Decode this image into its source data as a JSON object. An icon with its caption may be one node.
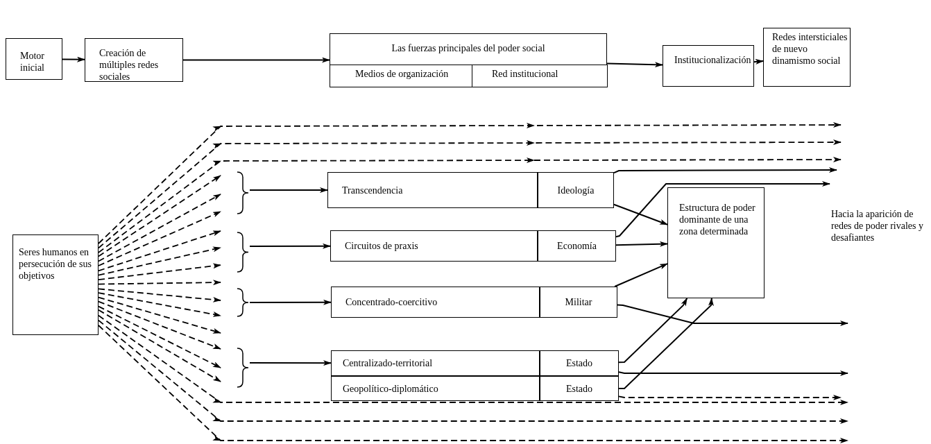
{
  "diagram": {
    "nodes": [
      {
        "text": [
          "Motor inicial"
        ]
      },
      {
        "text": [
          "Creación de múltiples redes sociales"
        ]
      },
      {
        "text": [
          "Las fuerzas principales del poder social"
        ]
      },
      {
        "text": [
          "Medios de organización"
        ],
        "in": 2
      },
      {
        "text": [
          "Red institucional"
        ],
        "in": 2
      },
      {
        "text": [
          "Institucionalización"
        ]
      },
      {
        "text": [
          "Redes intersticiales de nuevo dinamismo social"
        ]
      },
      {
        "text": [
          "Seres humanos en persecución de sus objetivos"
        ]
      },
      {
        "text": [
          "Transcendencia"
        ]
      },
      {
        "text": [
          "Ideología"
        ]
      },
      {
        "text": [
          "Circuitos de praxis"
        ]
      },
      {
        "text": [
          "Economía"
        ]
      },
      {
        "text": [
          "Concentrado-coercitivo"
        ]
      },
      {
        "text": [
          "Militar"
        ]
      },
      {
        "text": [
          "Centralizado-territorial"
        ]
      },
      {
        "text": [
          "Estado"
        ]
      },
      {
        "text": [
          "Geopolítico-diplomático"
        ]
      },
      {
        "text": [
          "Estado"
        ]
      },
      {
        "text": [
          "Estructura de poder dominante de una zona determinada"
        ]
      }
    ],
    "edges": [
      {
        "from": 0,
        "to": 1,
        "arrow": "to"
      },
      {
        "from": 1,
        "to": 2,
        "arrow": "to"
      },
      {
        "from": 2,
        "to": 5,
        "arrow": "to"
      },
      {
        "from": 5,
        "to": 6,
        "arrow": "to"
      },
      {
        "from": 7,
        "to": null,
        "arrow": "to",
        "style": "dashed"
      },
      {
        "from": 7,
        "to": null,
        "arrow": "to",
        "style": "dashed"
      },
      {
        "from": 7,
        "to": null,
        "arrow": "to",
        "style": "dashed"
      },
      {
        "from": 7,
        "to": null,
        "arrow": "to",
        "style": "dashed"
      },
      {
        "from": 7,
        "to": null,
        "arrow": "to",
        "style": "dashed"
      },
      {
        "from": 7,
        "to": null,
        "arrow": "to",
        "style": "dashed"
      },
      {
        "from": 7,
        "to": null,
        "arrow": "to",
        "style": "dashed"
      },
      {
        "from": 7,
        "to": null,
        "arrow": "to",
        "style": "dashed"
      },
      {
        "from": 7,
        "to": null,
        "arrow": "to",
        "style": "dashed"
      },
      {
        "from": 7,
        "to": null,
        "arrow": "to",
        "style": "dashed"
      },
      {
        "from": 7,
        "to": null,
        "arrow": "to",
        "style": "dashed"
      },
      {
        "from": 7,
        "to": null,
        "arrow": "to",
        "style": "dashed"
      },
      {
        "from": 7,
        "to": null,
        "arrow": "to",
        "style": "dashed"
      },
      {
        "from": 7,
        "to": null,
        "arrow": "to",
        "style": "dashed"
      },
      {
        "from": 7,
        "to": null,
        "arrow": "to",
        "style": "dashed"
      },
      {
        "from": 7,
        "to": null,
        "arrow": "to",
        "style": "dashed"
      },
      {
        "from": 7,
        "to": null,
        "arrow": "to",
        "style": "dashed"
      },
      {
        "from": 7,
        "to": null,
        "arrow": "to",
        "style": "dashed"
      },
      {
        "from": 7,
        "to": null,
        "arrow": "to",
        "style": "dashed"
      },
      {
        "from": null,
        "to": 8,
        "arrow": "to"
      },
      {
        "from": null,
        "to": 10,
        "arrow": "to"
      },
      {
        "from": null,
        "to": 12,
        "arrow": "to"
      },
      {
        "from": null,
        "to": 14,
        "arrow": "to"
      },
      {
        "from": 9,
        "to": 18,
        "arrow": "to"
      },
      {
        "from": 9,
        "to": null,
        "arrow": "to"
      },
      {
        "from": 11,
        "to": null,
        "arrow": "to"
      },
      {
        "from": 11,
        "to": 18,
        "arrow": "to"
      },
      {
        "from": 13,
        "to": 18,
        "arrow": "to"
      },
      {
        "from": 13,
        "to": null,
        "arrow": "to"
      },
      {
        "from": 15,
        "to": 18,
        "arrow": "to"
      },
      {
        "from": 17,
        "to": 18,
        "arrow": "to"
      },
      {
        "from": 15,
        "to": null,
        "arrow": "to"
      },
      {
        "from": 17,
        "to": null,
        "arrow": "to",
        "style": "dashed"
      }
    ],
    "labels": [
      "Hacia la aparición de redes de poder rivales y desafiantes"
    ]
  }
}
